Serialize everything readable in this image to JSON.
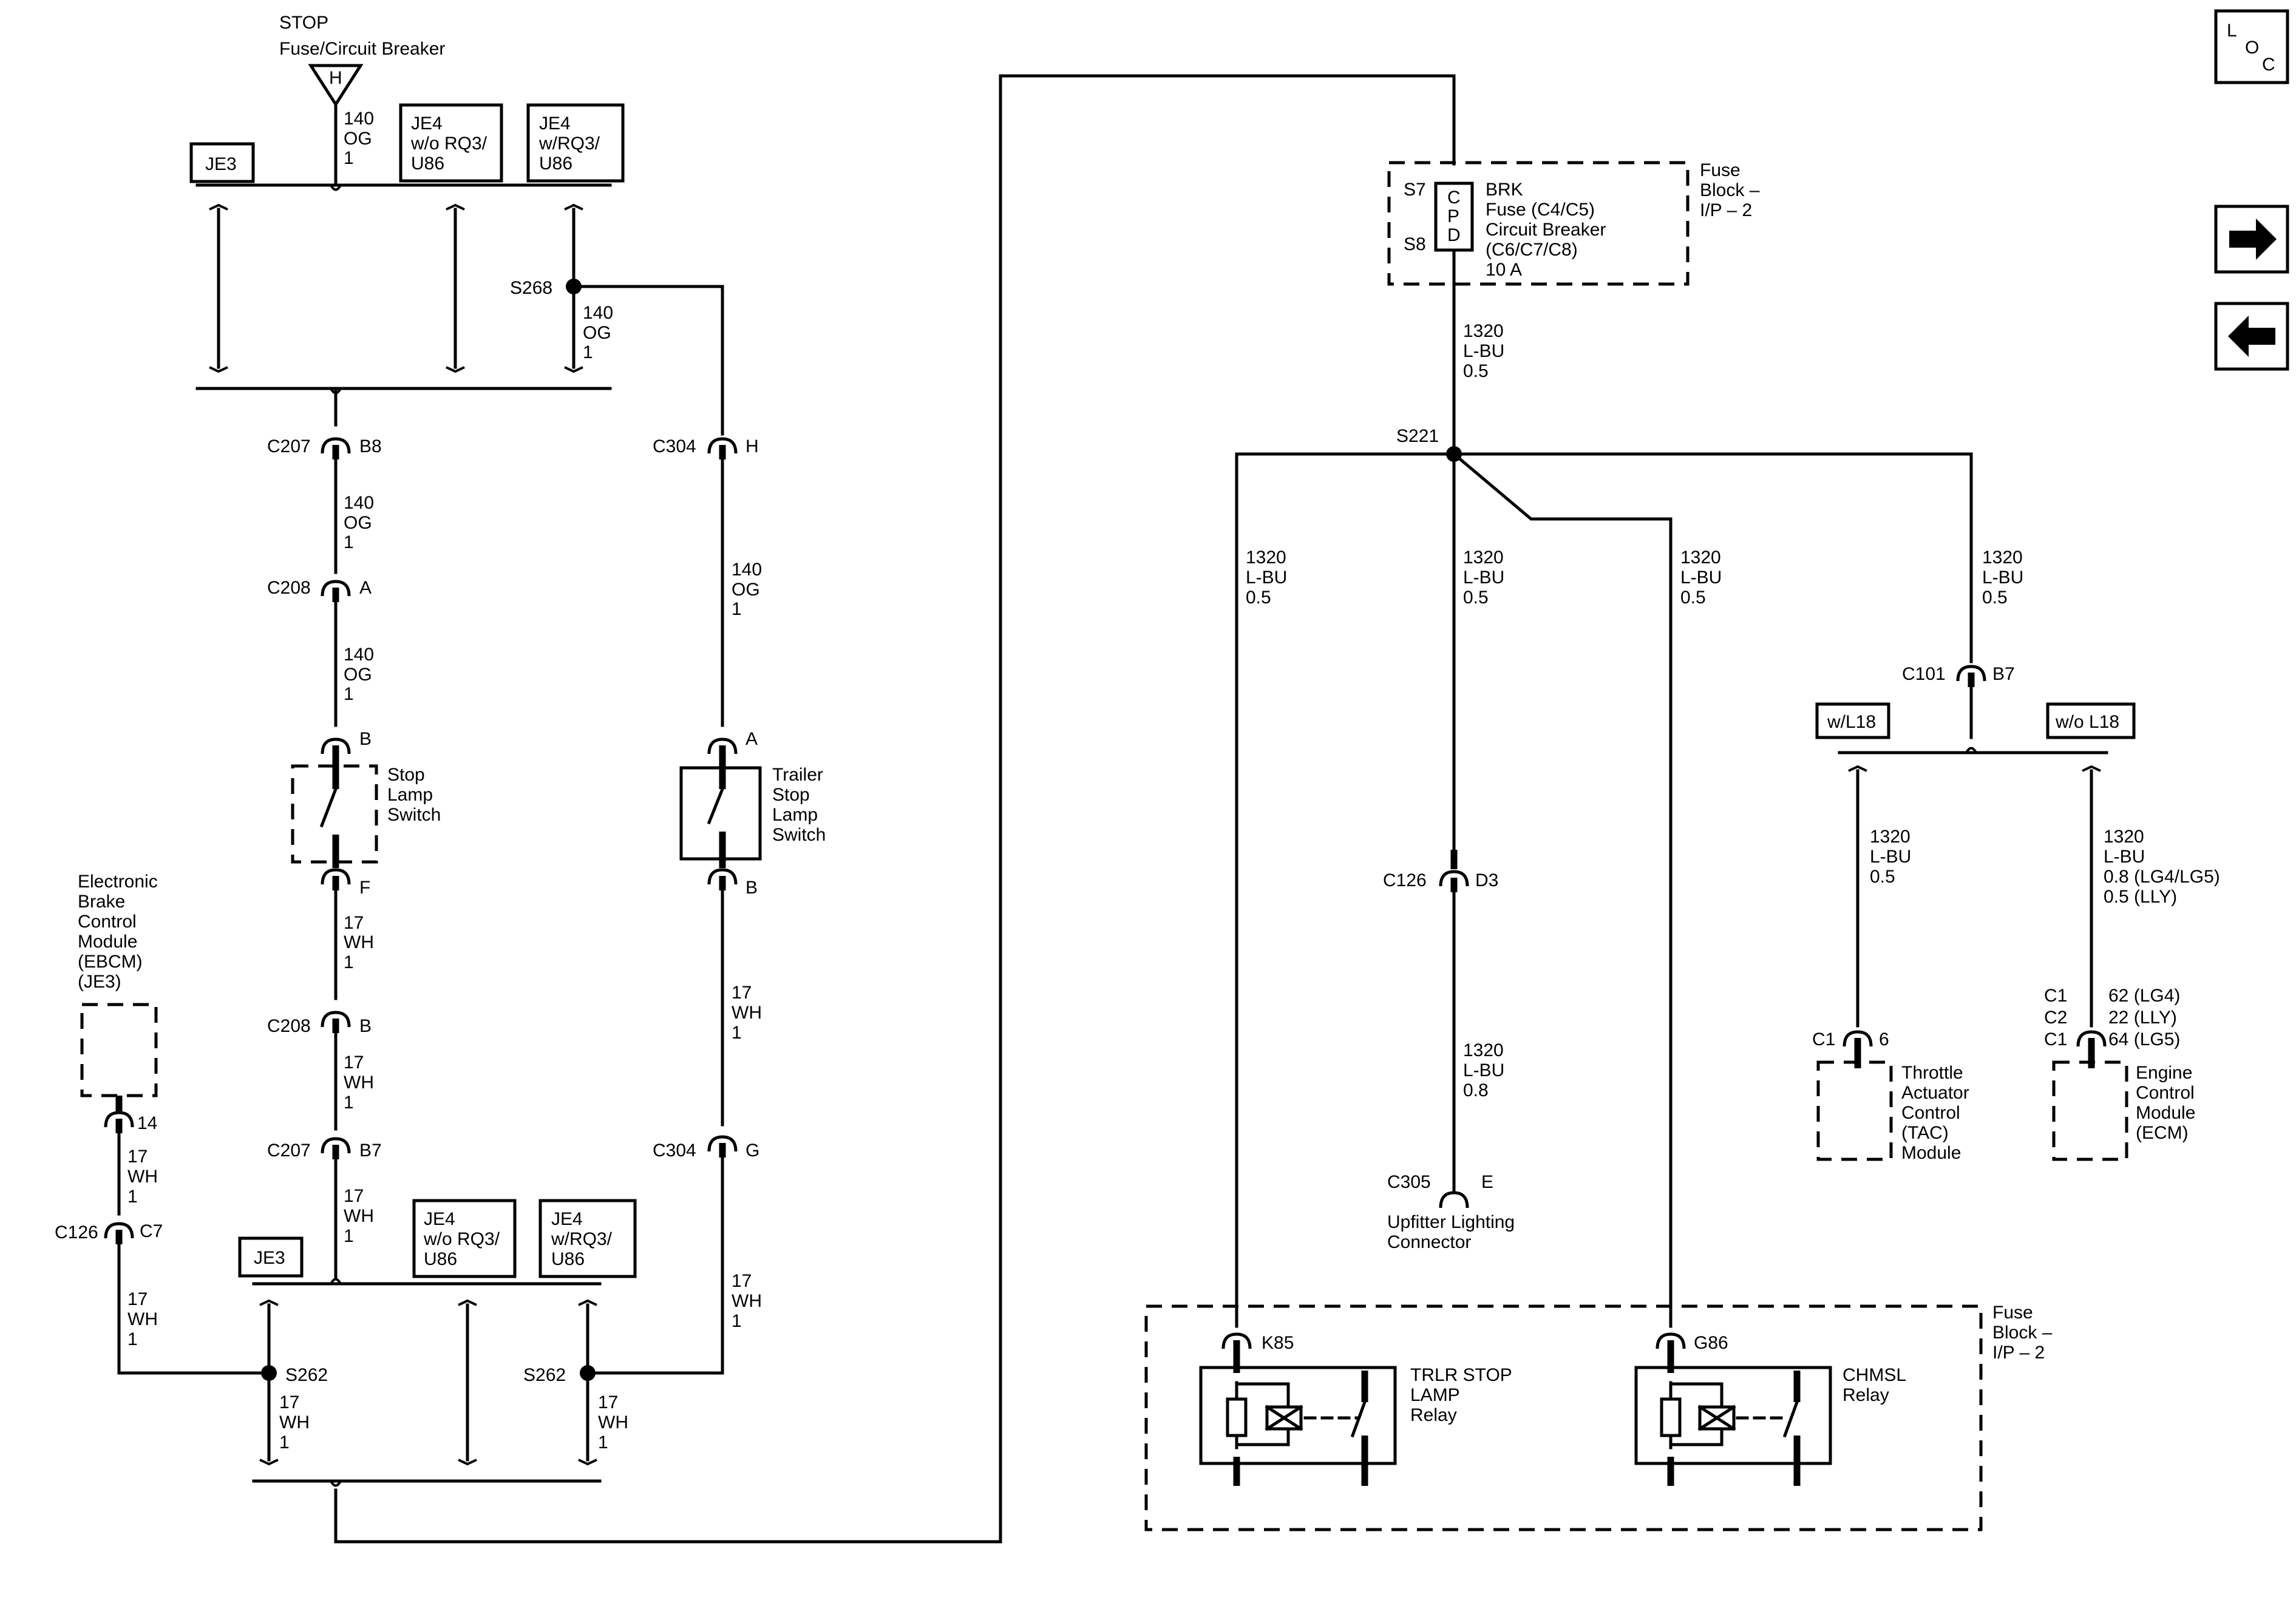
{
  "stop_fuse": {
    "line1": "STOP",
    "line2": "Fuse/Circuit Breaker",
    "letter": "H"
  },
  "option_boxes": {
    "je3": "JE3",
    "je4_wo_a": "JE4",
    "je4_wo_b": "w/o RQ3/",
    "je4_wo_c": "U86",
    "je4_w_a": "JE4",
    "je4_w_b": "w/RQ3/",
    "je4_w_c": "U86"
  },
  "wires": {
    "og_circuit": "140",
    "og_color": "OG",
    "og_gauge": "1",
    "wh_circuit": "17",
    "wh_color": "WH",
    "wh_gauge": "1",
    "bu_circuit": "1320",
    "bu_color": "L-BU",
    "bu_gauge_05": "0.5",
    "bu_gauge_08": "0.8",
    "ecm_gauge_a": "0.8 (LG4/LG5)",
    "ecm_gauge_b": "0.5 (LLY)"
  },
  "splices": {
    "s268": "S268",
    "s262": "S262",
    "s221": "S221",
    "s7": "S7",
    "s8": "S8"
  },
  "connectors": {
    "c207": "C207",
    "c208": "C208",
    "c304": "C304",
    "c126": "C126",
    "c305": "C305",
    "c101": "C101",
    "c1": "C1",
    "c2": "C2",
    "pin_b8": "B8",
    "pin_a": "A",
    "pin_b": "B",
    "pin_f": "F",
    "pin_b7": "B7",
    "pin_h": "H",
    "pin_g": "G",
    "pin_14": "14",
    "pin_c7": "C7",
    "pin_d3": "D3",
    "pin_e": "E",
    "pin_6": "6",
    "pin_k85": "K85",
    "pin_g86": "G86",
    "ecm_pin_a": "62 (LG4)",
    "ecm_pin_b": "22 (LLY)",
    "ecm_pin_c": "64 (LG5)"
  },
  "components": {
    "stop_switch": [
      "Stop",
      "Lamp",
      "Switch"
    ],
    "trailer_switch": [
      "Trailer",
      "Stop",
      "Lamp",
      "Switch"
    ],
    "ebcm": [
      "Electronic",
      "Brake",
      "Control",
      "Module",
      "(EBCM)",
      "(JE3)"
    ],
    "fuse_block": [
      "Fuse",
      "Block –",
      "I/P – 2"
    ],
    "brk_fuse": [
      "BRK",
      "Fuse (C4/C5)",
      "Circuit Breaker",
      "(C6/C7/C8)",
      "10 A"
    ],
    "cpd": [
      "C",
      "P",
      "D"
    ],
    "upfitter": [
      "Upfitter Lighting",
      "Connector"
    ],
    "tac": [
      "Throttle",
      "Actuator",
      "Control",
      "(TAC)",
      "Module"
    ],
    "ecm": [
      "Engine",
      "Control",
      "Module",
      "(ECM)"
    ],
    "trlr_relay": [
      "TRLR STOP",
      "LAMP",
      "Relay"
    ],
    "chmsl_relay": [
      "CHMSL",
      "Relay"
    ]
  },
  "options": {
    "w_l18": "w/L18",
    "wo_l18": "w/o L18"
  },
  "nav": {
    "loc_l": "L",
    "loc_o": "O",
    "loc_c": "C",
    "next_icon": "arrow-right-icon",
    "prev_icon": "arrow-left-icon"
  },
  "colors": {
    "ink": "#000000",
    "paper": "#ffffff"
  }
}
